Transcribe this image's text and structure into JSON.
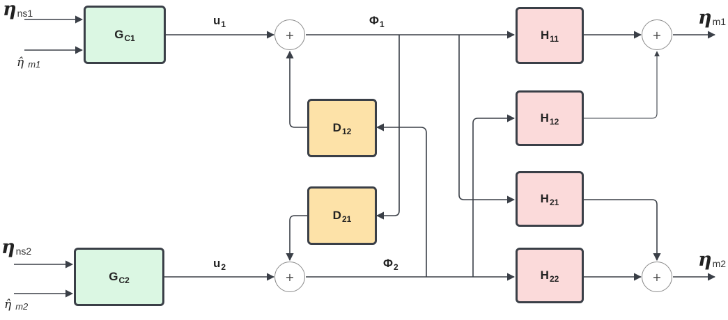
{
  "blocks": {
    "gc1": {
      "main": "G",
      "sub": "C1"
    },
    "gc2": {
      "main": "G",
      "sub": "C2"
    },
    "d12": {
      "main": "D",
      "sub": "12"
    },
    "d21": {
      "main": "D",
      "sub": "21"
    },
    "h11": {
      "main": "H",
      "sub": "11"
    },
    "h12": {
      "main": "H",
      "sub": "12"
    },
    "h21": {
      "main": "H",
      "sub": "21"
    },
    "h22": {
      "main": "H",
      "sub": "22"
    }
  },
  "summing_symbol": "+",
  "signals": {
    "u1": {
      "main": "u",
      "sub": "1"
    },
    "u2": {
      "main": "u",
      "sub": "2"
    },
    "phi1": {
      "main": "Φ",
      "sub": "1"
    },
    "phi2": {
      "main": "Φ",
      "sub": "2"
    }
  },
  "inputs": {
    "eta_ns1": {
      "symbol": "η",
      "sub": "ns1"
    },
    "eta_ns2": {
      "symbol": "η",
      "sub": "ns2"
    },
    "eta_hat_m1": {
      "symbol": "η̂",
      "sub": "m1"
    },
    "eta_hat_m2": {
      "symbol": "η̂",
      "sub": "m2"
    }
  },
  "outputs": {
    "eta_m1": {
      "symbol": "η",
      "sub": "m1"
    },
    "eta_m2": {
      "symbol": "η",
      "sub": "m2"
    }
  },
  "colors": {
    "controller": "#dbf7e3",
    "decoupler": "#fde2a8",
    "plant": "#fbdada",
    "line": "#3a3f47"
  }
}
